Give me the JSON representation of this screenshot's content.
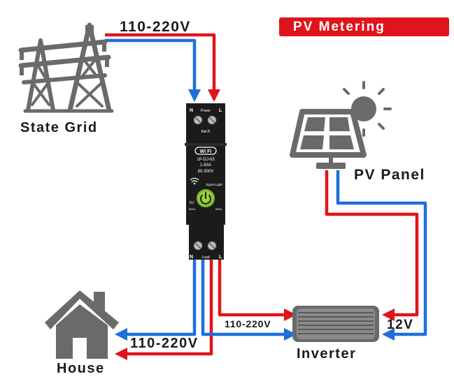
{
  "title": "PV Metering",
  "labels": {
    "grid_voltage": "110-220V",
    "state_grid": "State Grid",
    "pv_panel": "PV Panel",
    "house": "House",
    "house_voltage": "110-220V",
    "inverter_voltage": "110-220V",
    "inverter": "Inverter",
    "dc_voltage": "12V"
  },
  "device": {
    "n_top": "N",
    "l_top": "L",
    "power": "Power",
    "kwh": "kw.h",
    "wifi": "Wi Fi",
    "model": "1P-DJ-63",
    "current": "1-63A",
    "voltage": "80-300V",
    "signal": "Signal Light",
    "dj": "DJ",
    "hz_left": "50Hz",
    "hz_right": "60Hz",
    "load": "Load",
    "n_bottom": "N",
    "l_bottom": "L"
  },
  "colors": {
    "live_wire": "#e0141b",
    "neutral_wire": "#1e6fd9",
    "device_body": "#1b1b1b",
    "power_button": "#7dbb2a",
    "icon_gray": "#6a6a6a",
    "title_badge": "#e0141b"
  }
}
